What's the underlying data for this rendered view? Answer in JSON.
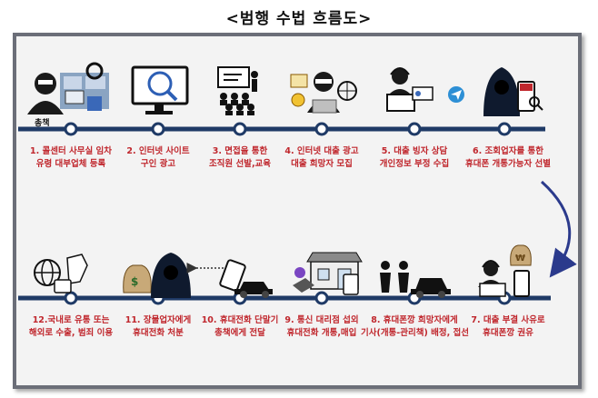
{
  "title": "<범행 수법 흐름도>",
  "top_row": [
    {
      "icon": "hacker-call-center-icon",
      "extra": "총책",
      "line1": "1. 콜센터 사무실 임차",
      "line2": "유령 대부업체 등록"
    },
    {
      "icon": "job-monitor-icon",
      "line1": "2. 인터넷 사이트",
      "line2": "구인 광고"
    },
    {
      "icon": "presentation-training-icon",
      "line1": "3. 면접을 통한",
      "line2": "조직원 선발,교육"
    },
    {
      "icon": "loan-hacker-icon",
      "line1": "4. 인터넷 대출 광고",
      "line2": "대출 희망자 모집"
    },
    {
      "icon": "operator-id-card-icon",
      "line1": "5. 대출 빙자 상담",
      "line2": "개인정보 부정 수집"
    },
    {
      "icon": "hooded-hacker-phone-icon",
      "line1": "6. 조회업자를 통한",
      "line2": "휴대폰 개통가능자 선별"
    }
  ],
  "bottom_row": [
    {
      "icon": "globe-export-icon",
      "line1": "12.국내로 유통 또는",
      "line2": "해외로 수출, 범죄 이용"
    },
    {
      "icon": "money-bag-hacker-icon",
      "line1": "11. 장물업자에게",
      "line2": "휴대전화 처분"
    },
    {
      "icon": "phone-car-icon",
      "line1": "10. 휴대전화 단말기",
      "line2": "총책에게 전달"
    },
    {
      "icon": "store-handshake-icon",
      "line1": "9. 통신 대리점 섭외",
      "line2": "휴대전화 개통,매입"
    },
    {
      "icon": "people-car-icon",
      "line1": "8. 휴대폰깡 희망자에게",
      "line2": "기사(개통-관리책) 배정, 접선"
    },
    {
      "icon": "operator-money-phone-icon",
      "line1": "7. 대출 부결 사유로",
      "line2": "휴대폰깡 권유"
    }
  ],
  "colors": {
    "line": "#1f3a66",
    "label": "#c0272d",
    "frame": "#6b6e78",
    "arrow": "#2b3a8c"
  }
}
